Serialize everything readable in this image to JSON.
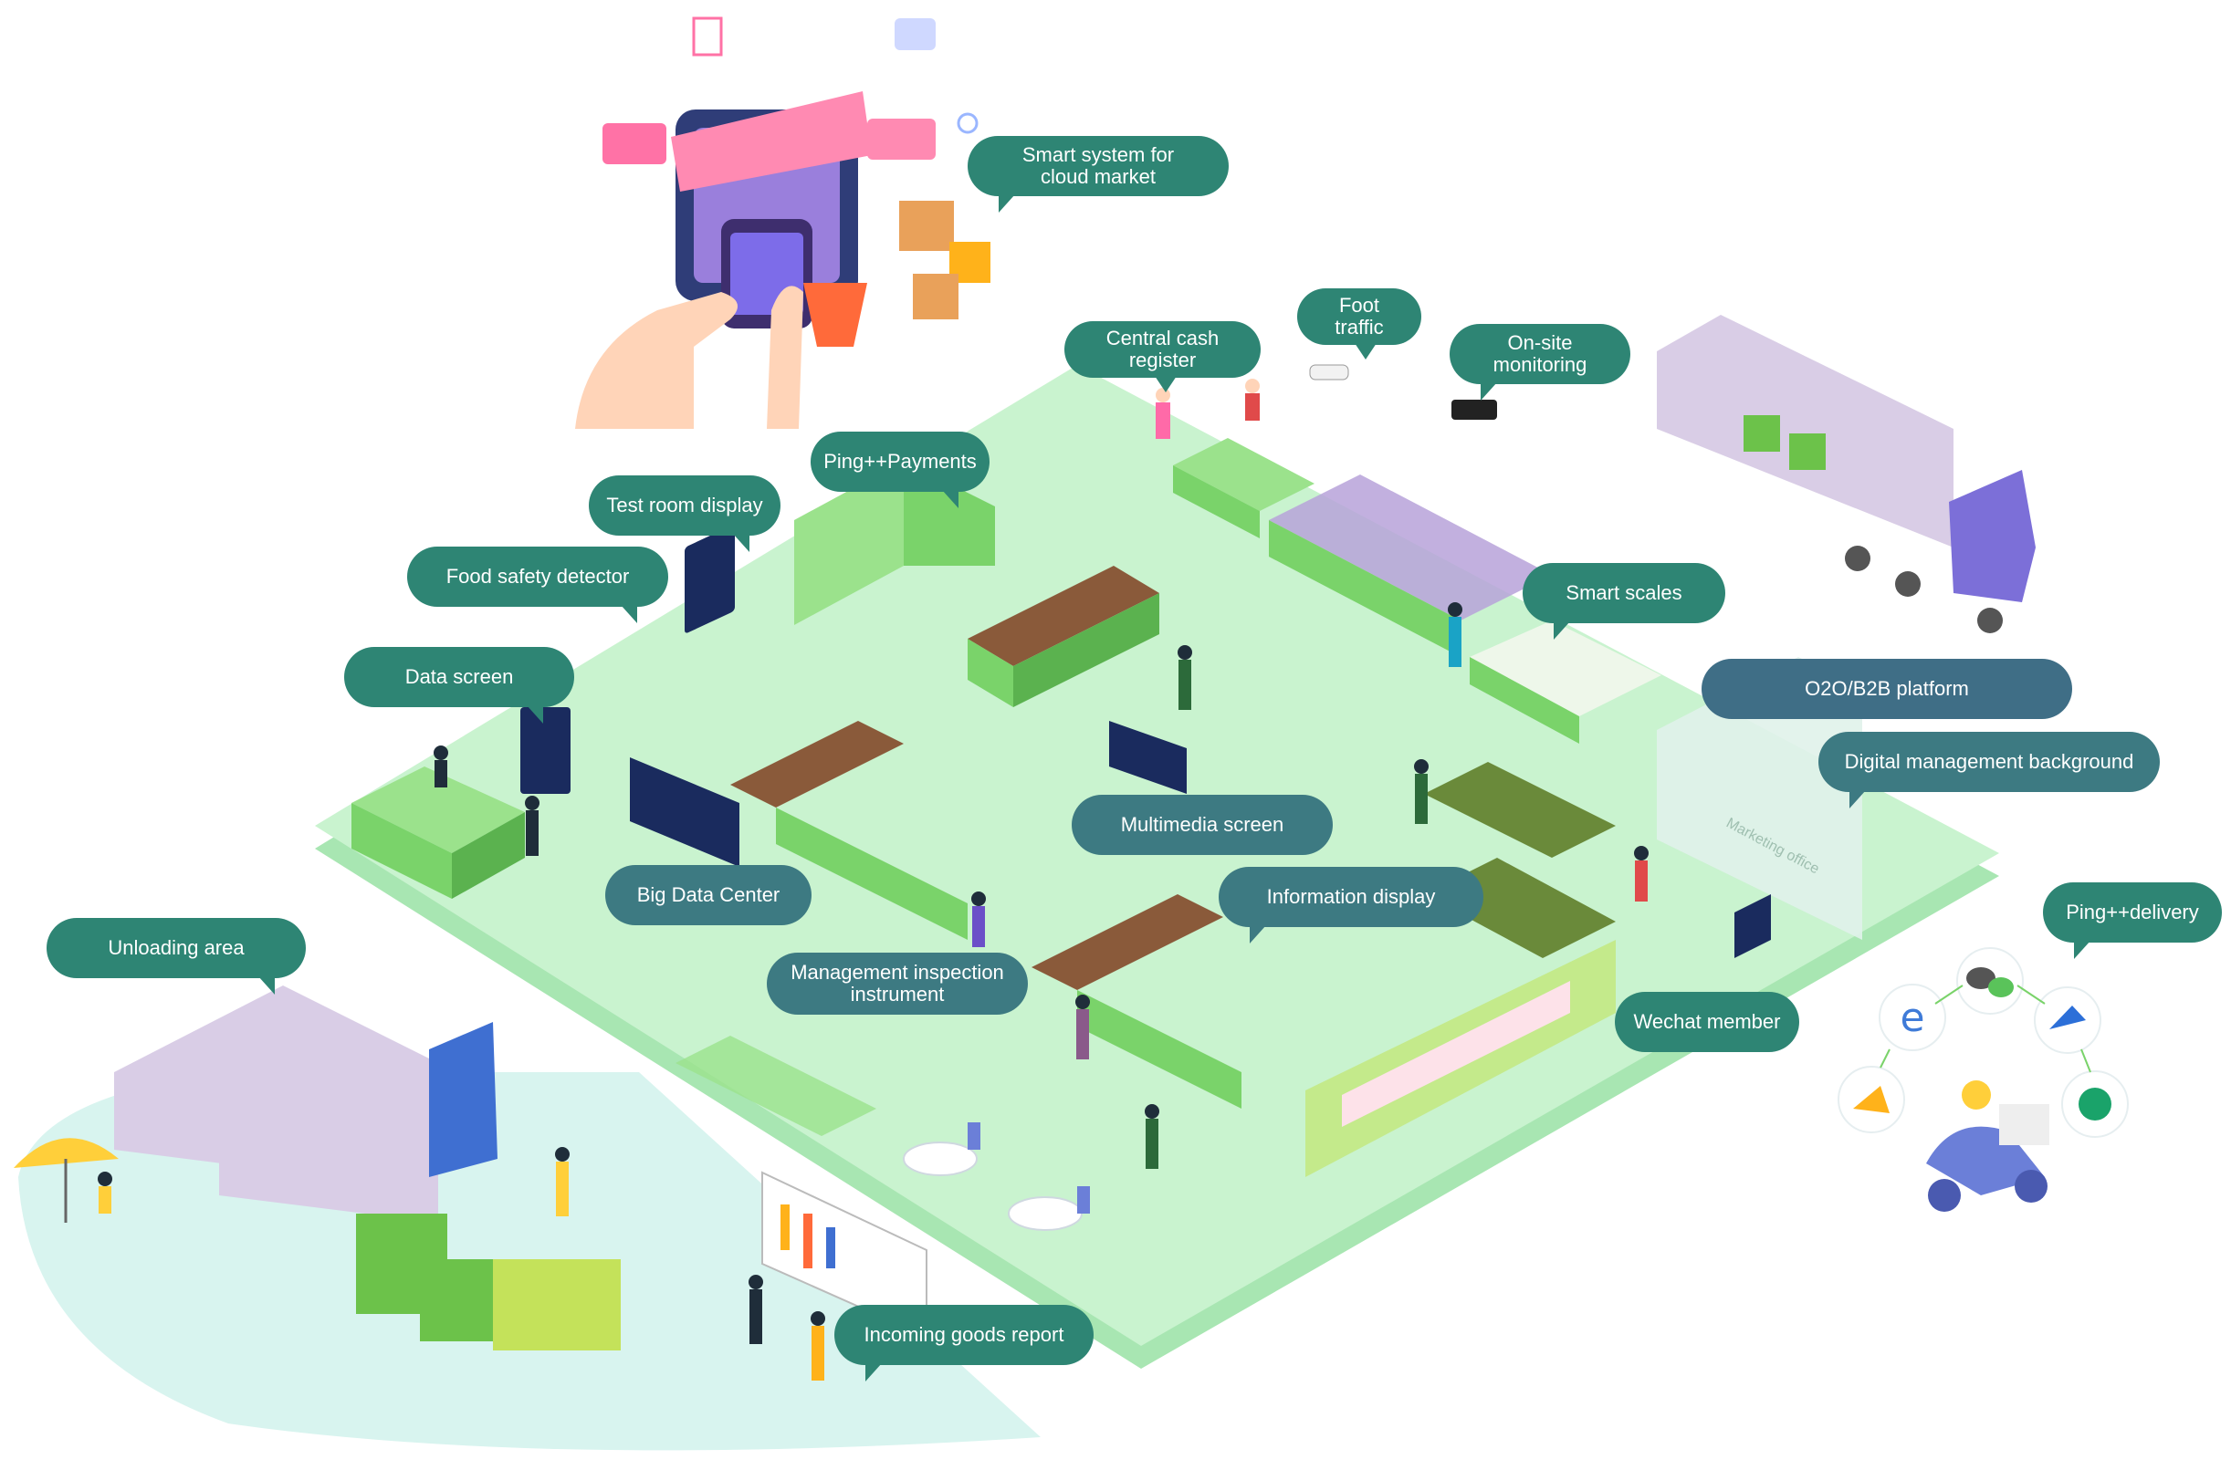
{
  "colors": {
    "label_green": "#2e8574",
    "label_teal": "#3d7a82",
    "label_slate": "#3f6e86",
    "floor": "#c9f3cf",
    "floor_edge": "#a8e6b2",
    "counter": "#7ad36a",
    "counter_side": "#5bb24f",
    "shelf_top": "#9be28c",
    "truck_body": "#d9cde6",
    "truck_cab": "#3f6fd1",
    "crate": "#6cc24a",
    "screen": "#1a2b5e",
    "scooter": "#6b7fd8",
    "unloading_floor": "#d8f4ef"
  },
  "labels": {
    "smart_system": "Smart system for\ncloud market",
    "central_cash": "Central cash\nregister",
    "foot_traffic": "Foot traffic",
    "onsite_monitoring": "On-site monitoring",
    "ping_payments": "Ping++Payments",
    "test_room": "Test room display",
    "food_safety": "Food safety detector",
    "data_screen": "Data screen",
    "smart_scales": "Smart scales",
    "o2o_b2b": "O2O/B2B platform",
    "digital_mgmt": "Digital management background",
    "multimedia": "Multimedia screen",
    "big_data": "Big Data Center",
    "info_display": "Information display",
    "unloading": "Unloading area",
    "mgmt_inspection": "Management inspection\ninstrument",
    "ping_delivery": "Ping++delivery",
    "wechat_member": "Wechat member",
    "incoming_goods": "Incoming goods report"
  },
  "scene": {
    "marketing_office_sign": "Marketing office",
    "delivery_icons": [
      "eleme-icon",
      "wechat-icon",
      "runner-icon",
      "kangaroo-icon",
      "dada-icon"
    ]
  }
}
